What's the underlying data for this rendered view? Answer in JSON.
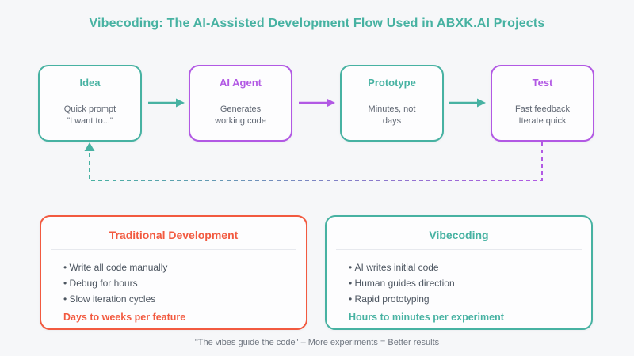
{
  "title": "Vibecoding: The AI-Assisted Development Flow Used in ABXK.AI Projects",
  "flow": [
    {
      "title": "Idea",
      "lines": [
        "Quick prompt",
        "\"I want to...\""
      ],
      "accent": "teal"
    },
    {
      "title": "AI Agent",
      "lines": [
        "Generates",
        "working code"
      ],
      "accent": "purple"
    },
    {
      "title": "Prototype",
      "lines": [
        "Minutes, not",
        "days"
      ],
      "accent": "teal"
    },
    {
      "title": "Test",
      "lines": [
        "Fast feedback",
        "Iterate quick"
      ],
      "accent": "purple"
    }
  ],
  "comparison": [
    {
      "title": "Traditional Development",
      "bullets": [
        "Write all code manually",
        "Debug for hours",
        "Slow iteration cycles"
      ],
      "highlight": "Days to weeks per feature",
      "accent": "orange"
    },
    {
      "title": "Vibecoding",
      "bullets": [
        "AI writes initial code",
        "Human guides direction",
        "Rapid prototyping"
      ],
      "highlight": "Hours to minutes per experiment",
      "accent": "teal"
    }
  ],
  "footer": "\"The vibes guide the code\" – More experiments = Better results",
  "colors": {
    "teal": "#47b2a2",
    "purple": "#b259e4",
    "orange": "#f25a40",
    "bg": "#f6f7f9",
    "box-bg": "#fdfdfe",
    "divider": "#e7e9ee",
    "body-text": "#5f6672",
    "bullet-text": "#4c5560",
    "footer-text": "#6f7680"
  }
}
